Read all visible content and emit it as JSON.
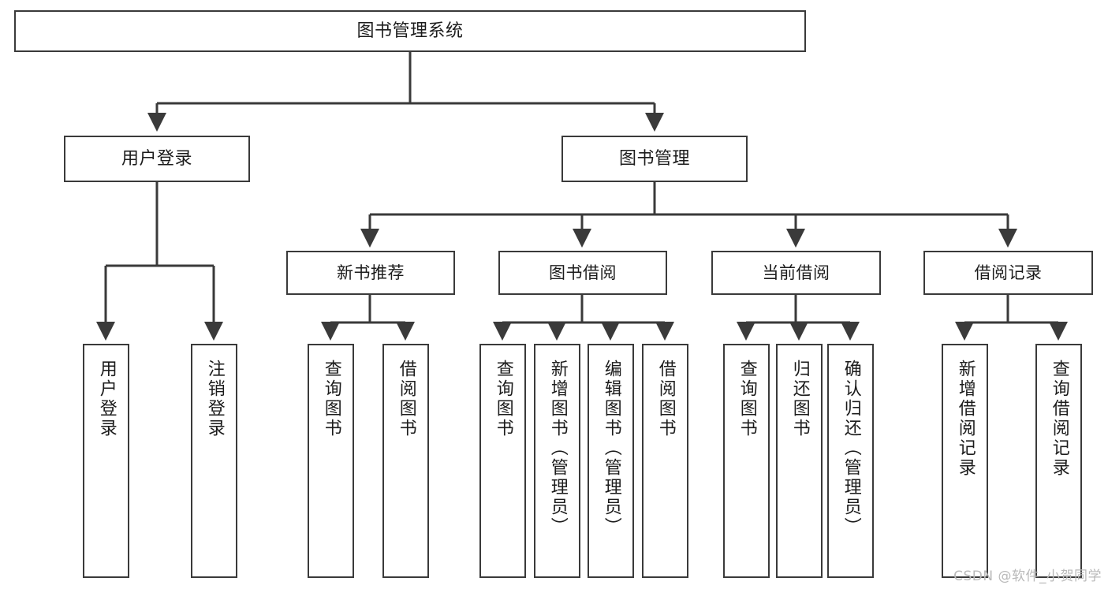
{
  "diagram": {
    "title": "图书管理系统",
    "watermark": "CSDN @软件_小贺同学",
    "line_color": "#3a3a3a",
    "box_fill": "#ffffff",
    "text_color": "#1c1c1c",
    "root": {
      "label": "图书管理系统"
    },
    "level2": [
      {
        "label": "用户登录"
      },
      {
        "label": "图书管理"
      }
    ],
    "level3": [
      {
        "label": "新书推荐"
      },
      {
        "label": "图书借阅"
      },
      {
        "label": "当前借阅"
      },
      {
        "label": "借阅记录"
      }
    ],
    "leaves": {
      "user_login": [
        {
          "label": "用户登录"
        },
        {
          "label": "注销登录"
        }
      ],
      "new_book_recommend": [
        {
          "label": "查询图书"
        },
        {
          "label": "借阅图书"
        }
      ],
      "book_borrow": [
        {
          "label": "查询图书"
        },
        {
          "label": "新增图书（管理员）"
        },
        {
          "label": "编辑图书（管理员）"
        },
        {
          "label": "借阅图书"
        }
      ],
      "current_borrow": [
        {
          "label": "查询图书"
        },
        {
          "label": "归还图书"
        },
        {
          "label": "确认归还（管理员）"
        }
      ],
      "borrow_record": [
        {
          "label": "新增借阅记录"
        },
        {
          "label": "查询借阅记录"
        }
      ]
    }
  }
}
